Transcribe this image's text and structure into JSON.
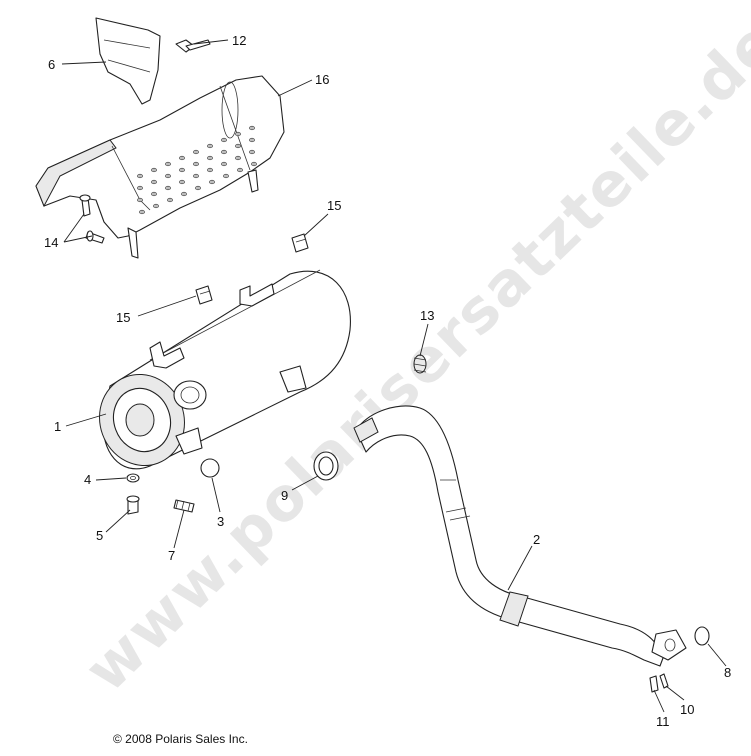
{
  "watermark": "www.polarisersatzteile.de",
  "copyright": "© 2008 Polaris Sales Inc.",
  "callouts": {
    "c1": "1",
    "c2": "2",
    "c3": "3",
    "c4": "4",
    "c5": "5",
    "c6": "6",
    "c7": "7",
    "c8": "8",
    "c9": "9",
    "c10": "10",
    "c11": "11",
    "c12": "12",
    "c13": "13",
    "c14": "14",
    "c15a": "15",
    "c15b": "15",
    "c16": "16"
  }
}
